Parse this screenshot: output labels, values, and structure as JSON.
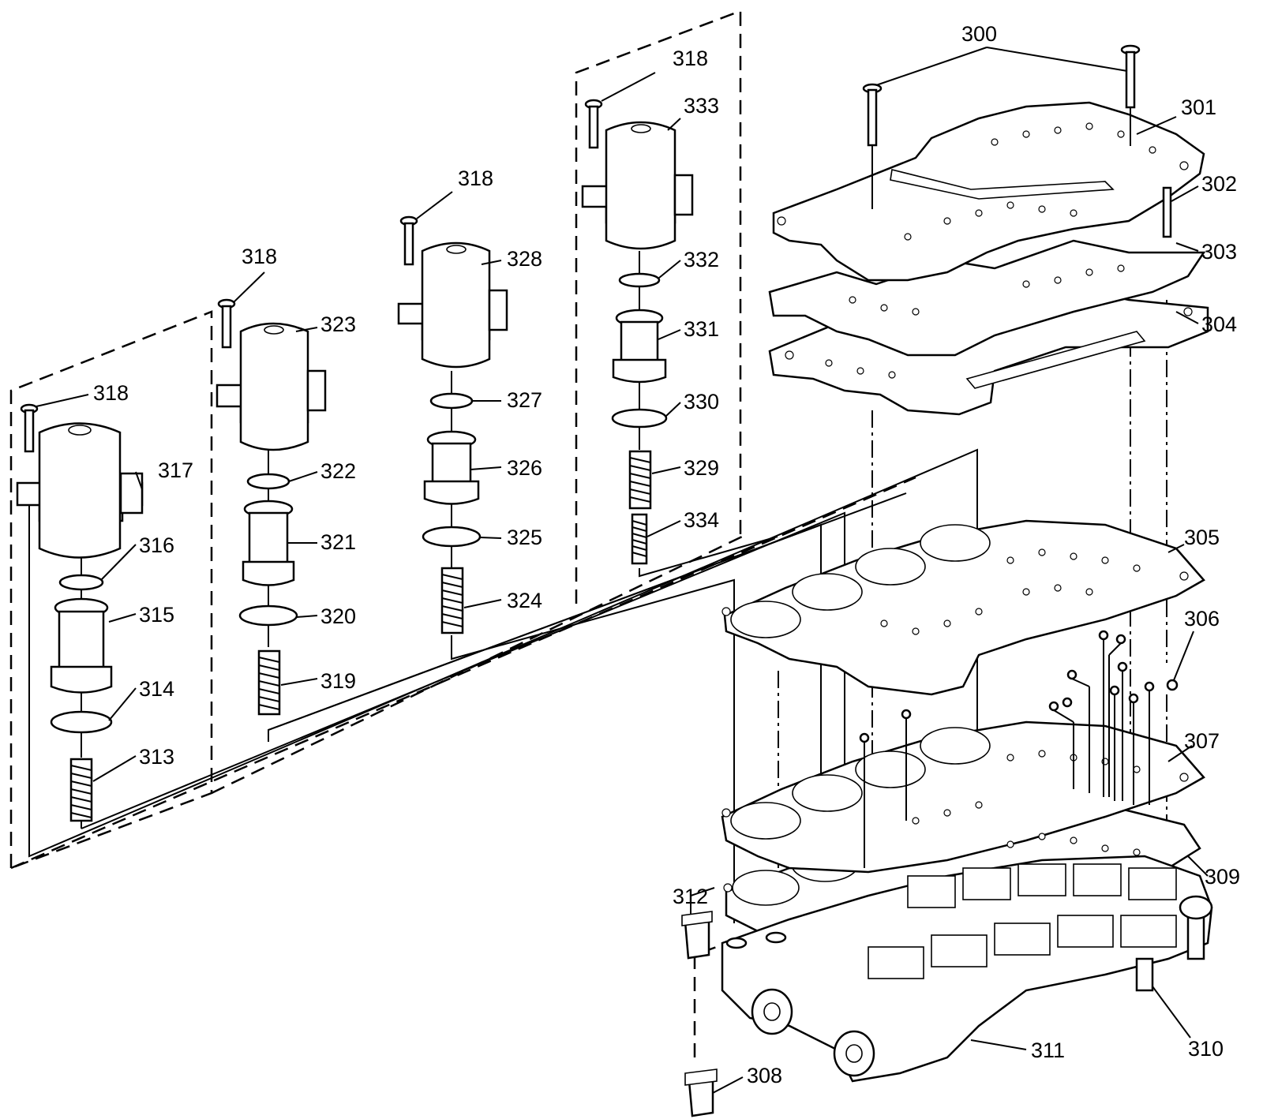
{
  "diagram": {
    "callouts": [
      {
        "id": "c300",
        "label": "300"
      },
      {
        "id": "c301",
        "label": "301"
      },
      {
        "id": "c302",
        "label": "302"
      },
      {
        "id": "c303",
        "label": "303"
      },
      {
        "id": "c304",
        "label": "304"
      },
      {
        "id": "c305",
        "label": "305"
      },
      {
        "id": "c306",
        "label": "306"
      },
      {
        "id": "c307",
        "label": "307"
      },
      {
        "id": "c308",
        "label": "308"
      },
      {
        "id": "c309",
        "label": "309"
      },
      {
        "id": "c310",
        "label": "310"
      },
      {
        "id": "c311",
        "label": "311"
      },
      {
        "id": "c312",
        "label": "312"
      },
      {
        "id": "c313",
        "label": "313"
      },
      {
        "id": "c314",
        "label": "314"
      },
      {
        "id": "c315",
        "label": "315"
      },
      {
        "id": "c316",
        "label": "316"
      },
      {
        "id": "c317",
        "label": "317"
      },
      {
        "id": "c318a",
        "label": "318"
      },
      {
        "id": "c318b",
        "label": "318"
      },
      {
        "id": "c318c",
        "label": "318"
      },
      {
        "id": "c318d",
        "label": "318"
      },
      {
        "id": "c319",
        "label": "319"
      },
      {
        "id": "c320",
        "label": "320"
      },
      {
        "id": "c321",
        "label": "321"
      },
      {
        "id": "c322",
        "label": "322"
      },
      {
        "id": "c323",
        "label": "323"
      },
      {
        "id": "c324",
        "label": "324"
      },
      {
        "id": "c325",
        "label": "325"
      },
      {
        "id": "c326",
        "label": "326"
      },
      {
        "id": "c327",
        "label": "327"
      },
      {
        "id": "c328",
        "label": "328"
      },
      {
        "id": "c329",
        "label": "329"
      },
      {
        "id": "c330",
        "label": "330"
      },
      {
        "id": "c331",
        "label": "331"
      },
      {
        "id": "c332",
        "label": "332"
      },
      {
        "id": "c333",
        "label": "333"
      },
      {
        "id": "c334",
        "label": "334"
      }
    ]
  }
}
